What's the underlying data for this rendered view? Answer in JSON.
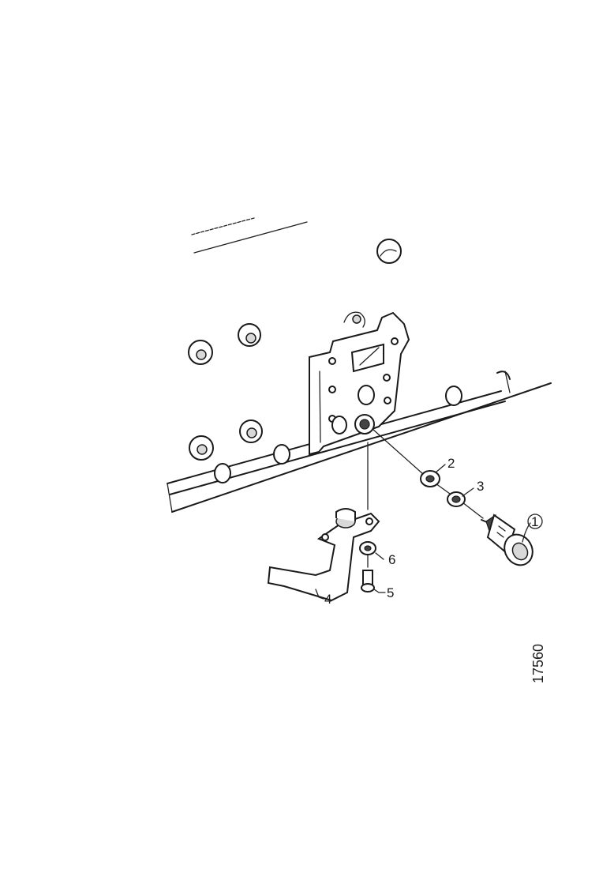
{
  "diagram": {
    "callouts": [
      {
        "id": "1",
        "part": "knob"
      },
      {
        "id": "2",
        "part": "nut"
      },
      {
        "id": "3",
        "part": "washer"
      },
      {
        "id": "4",
        "part": "handle"
      },
      {
        "id": "5",
        "part": "bolt"
      },
      {
        "id": "6",
        "part": "washer"
      }
    ],
    "figure_number": "17560"
  }
}
